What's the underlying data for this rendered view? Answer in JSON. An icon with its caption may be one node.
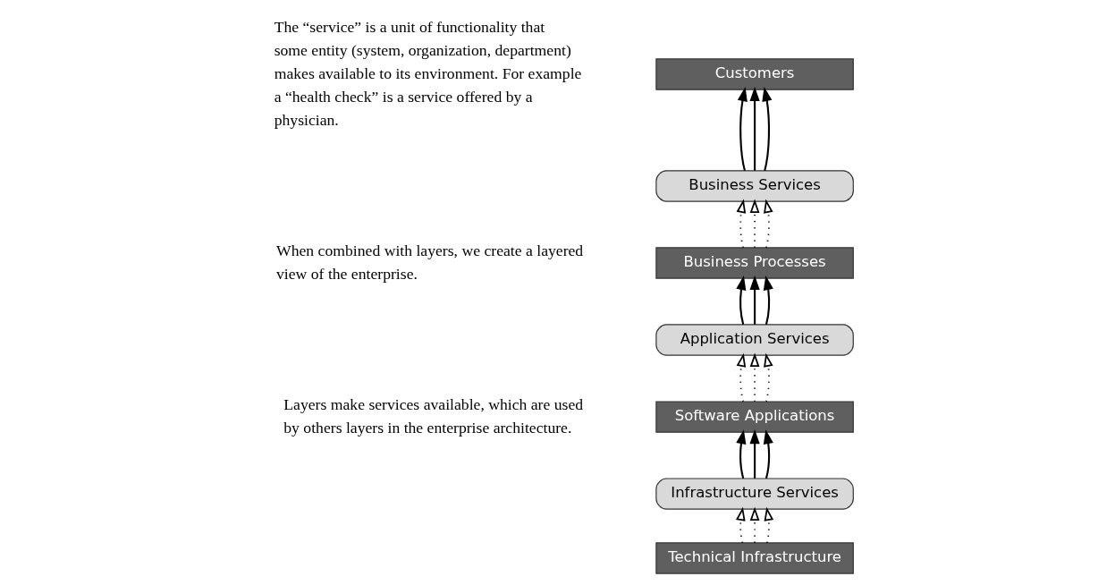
{
  "diagram": {
    "nodes": [
      {
        "text": [
          "Customers"
        ]
      },
      {
        "text": [
          "Business Services"
        ]
      },
      {
        "text": [
          "Business Processes"
        ]
      },
      {
        "text": [
          "Application Services"
        ]
      },
      {
        "text": [
          "Software Applications"
        ]
      },
      {
        "text": [
          "Infrastructure Services"
        ]
      },
      {
        "text": [
          "Technical Infrastructure"
        ]
      }
    ],
    "edges": [
      {
        "from": 1,
        "to": 0,
        "arrow": "to"
      },
      {
        "from": 1,
        "to": 0,
        "arrow": "to"
      },
      {
        "from": 1,
        "to": 0,
        "arrow": "to"
      },
      {
        "from": 2,
        "to": 1,
        "arrow": "to",
        "style": "dashed"
      },
      {
        "from": 2,
        "to": 1,
        "arrow": "to",
        "style": "dashed"
      },
      {
        "from": 2,
        "to": 1,
        "arrow": "to",
        "style": "dashed"
      },
      {
        "from": 3,
        "to": 2,
        "arrow": "to"
      },
      {
        "from": 3,
        "to": 2,
        "arrow": "to"
      },
      {
        "from": 3,
        "to": 2,
        "arrow": "to"
      },
      {
        "from": 4,
        "to": 3,
        "arrow": "to",
        "style": "dashed"
      },
      {
        "from": 4,
        "to": 3,
        "arrow": "to",
        "style": "dashed"
      },
      {
        "from": 4,
        "to": 3,
        "arrow": "to",
        "style": "dashed"
      },
      {
        "from": 5,
        "to": 4,
        "arrow": "to"
      },
      {
        "from": 5,
        "to": 4,
        "arrow": "to"
      },
      {
        "from": 5,
        "to": 4,
        "arrow": "to"
      },
      {
        "from": 6,
        "to": 5,
        "arrow": "to",
        "style": "dashed"
      },
      {
        "from": 6,
        "to": 5,
        "arrow": "to",
        "style": "dashed"
      },
      {
        "from": 6,
        "to": 5,
        "arrow": "to",
        "style": "dashed"
      }
    ],
    "labels": [
      "The “service” is a unit of functionality that some entity (system, organization, department) makes available to its environment. For example a “health check” is a service offered by a physician.",
      "When combined with layers, we create a layered view of the enterprise.",
      "Layers make services available, which are used by others layers in the enterprise architecture."
    ]
  }
}
